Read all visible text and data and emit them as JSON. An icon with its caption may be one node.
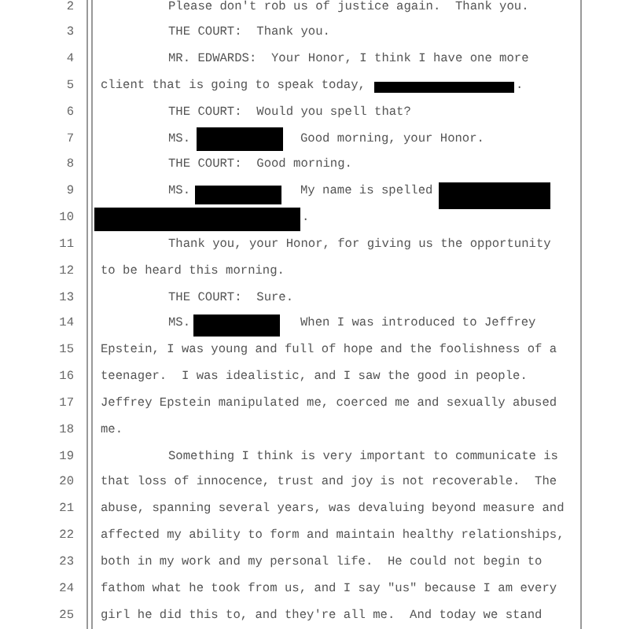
{
  "diagram": {
    "labels": [
      "2",
      "Please don't rob us of justice again.  Thank you.",
      "3",
      "THE COURT:  Thank you.",
      "4",
      "MR. EDWARDS:  Your Honor, I think I have one more",
      "5",
      "client that is going to speak today,",
      ".",
      "6",
      "THE COURT:  Would you spell that?",
      "7",
      "MS.",
      "Good morning, your Honor.",
      "8",
      "THE COURT:  Good morning.",
      "9",
      "MS.",
      "My name is spelled",
      "10",
      ".",
      "11",
      "Thank you, your Honor, for giving us the opportunity",
      "12",
      "to be heard this morning.",
      "13",
      "THE COURT:  Sure.",
      "14",
      "MS.",
      "When I was introduced to Jeffrey",
      "15",
      "Epstein, I was young and full of hope and the foolishness of a",
      "16",
      "teenager.  I was idealistic, and I saw the good in people.",
      "17",
      "Jeffrey Epstein manipulated me, coerced me and sexually abused",
      "18",
      "me.",
      "19",
      "Something I think is very important to communicate is",
      "20",
      "that loss of innocence, trust and joy is not recoverable.  The",
      "21",
      "abuse, spanning several years, was devaluing beyond measure and",
      "22",
      "affected my ability to form and maintain healthy relationships,",
      "23",
      "both in my work and my personal life.  He could not begin to",
      "24",
      "fathom what he took from us, and I say \"us\" because I am every",
      "25",
      "girl he did this to, and they're all me.  And today we stand"
    ]
  }
}
